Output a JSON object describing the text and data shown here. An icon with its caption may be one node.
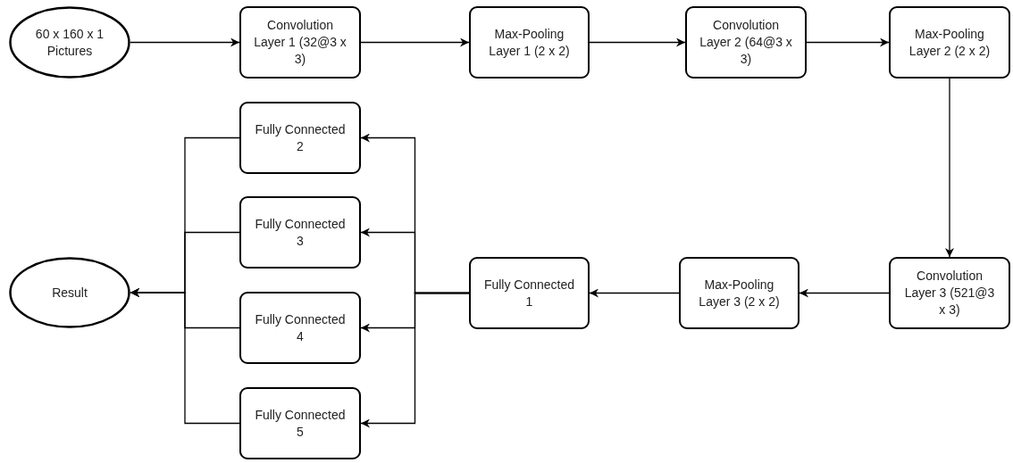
{
  "diagram": {
    "nodes": [
      {
        "text": [
          "60 x 160 x 1 Pictures"
        ]
      },
      {
        "text": [
          "Convolution Layer 1 (32@3 x 3)"
        ]
      },
      {
        "text": [
          "Max-Pooling Layer 1 (2 x 2)"
        ]
      },
      {
        "text": [
          "Convolution Layer 2 (64@3 x 3)"
        ]
      },
      {
        "text": [
          "Max-Pooling Layer 2 (2 x 2)"
        ]
      },
      {
        "text": [
          "Convolution Layer 3 (521@3 x 3)"
        ]
      },
      {
        "text": [
          "Max-Pooling Layer 3 (2 x 2)"
        ]
      },
      {
        "text": [
          "Fully Connected 1"
        ]
      },
      {
        "text": [
          "Fully Connected 2"
        ]
      },
      {
        "text": [
          "Fully Connected 3"
        ]
      },
      {
        "text": [
          "Fully Connected 4"
        ]
      },
      {
        "text": [
          "Fully Connected 5"
        ]
      },
      {
        "text": [
          "Result"
        ]
      }
    ],
    "edges": [
      {
        "from": 0,
        "to": 1,
        "arrow": "to"
      },
      {
        "from": 1,
        "to": 2,
        "arrow": "to"
      },
      {
        "from": 2,
        "to": 3,
        "arrow": "to"
      },
      {
        "from": 3,
        "to": 4,
        "arrow": "to"
      },
      {
        "from": 4,
        "to": 5,
        "arrow": "to"
      },
      {
        "from": 5,
        "to": 6,
        "arrow": "to"
      },
      {
        "from": 6,
        "to": 7,
        "arrow": "to"
      },
      {
        "from": 7,
        "to": 8,
        "arrow": "to"
      },
      {
        "from": 7,
        "to": 9,
        "arrow": "to"
      },
      {
        "from": 7,
        "to": 10,
        "arrow": "to"
      },
      {
        "from": 7,
        "to": 11,
        "arrow": "to"
      },
      {
        "from": 8,
        "to": 12,
        "arrow": "to"
      },
      {
        "from": 9,
        "to": 12,
        "arrow": "to"
      },
      {
        "from": 10,
        "to": 12,
        "arrow": "to"
      },
      {
        "from": 11,
        "to": 12,
        "arrow": "to"
      }
    ]
  }
}
